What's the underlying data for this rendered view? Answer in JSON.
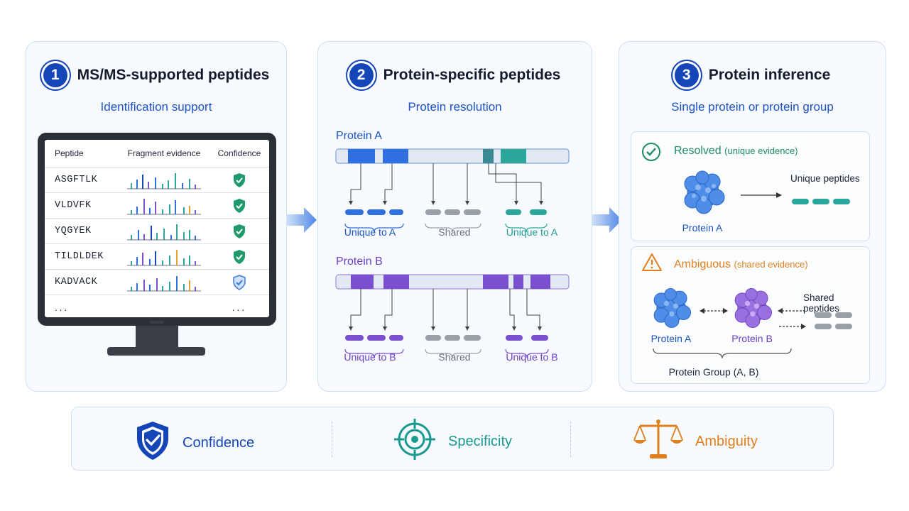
{
  "panel1": {
    "number": "1",
    "title": "MS/MS-supported peptides",
    "subtitle": "Identification support",
    "table": {
      "headers": [
        "Peptide",
        "Fragment evidence",
        "Confidence"
      ],
      "rows": [
        {
          "peptide": "ASGFTLK",
          "confidence": "high"
        },
        {
          "peptide": "VLDVFK",
          "confidence": "high"
        },
        {
          "peptide": "YQGYEK",
          "confidence": "high"
        },
        {
          "peptide": "TILDLDEK",
          "confidence": "high"
        },
        {
          "peptide": "KADVACK",
          "confidence": "medium"
        }
      ],
      "ellipsis": "...",
      "ellipsis_conf": "..."
    }
  },
  "panel2": {
    "number": "2",
    "title": "Protein-specific peptides",
    "subtitle": "Protein resolution",
    "protein_a": {
      "label": "Protein A",
      "unique_left": "Unique to A",
      "shared": "Shared",
      "unique_right": "Unique to A"
    },
    "protein_b": {
      "label": "Protein B",
      "unique_left": "Unique to B",
      "shared": "Shared",
      "unique_right": "Unique to B"
    }
  },
  "panel3": {
    "number": "3",
    "title": "Protein inference",
    "subtitle": "Single protein or protein group",
    "resolved": {
      "title": "Resolved",
      "note": "(unique evidence)",
      "protein": "Protein A",
      "peptides_label": "Unique peptides"
    },
    "ambiguous": {
      "title": "Ambiguous",
      "note": "(shared evidence)",
      "protein_a": "Protein A",
      "protein_b": "Protein B",
      "peptides_label": "Shared peptides",
      "group_label": "Protein Group (A, B)"
    }
  },
  "legend": {
    "confidence": "Confidence",
    "specificity": "Specificity",
    "ambiguity": "Ambiguity"
  },
  "colors": {
    "primary": "#1546b8",
    "protein_a": "#2f6fe0",
    "teal": "#2aa79a",
    "purple": "#7a4fd0",
    "grey": "#9aa0a8",
    "green": "#1f8a68",
    "orange": "#e07f1c"
  }
}
